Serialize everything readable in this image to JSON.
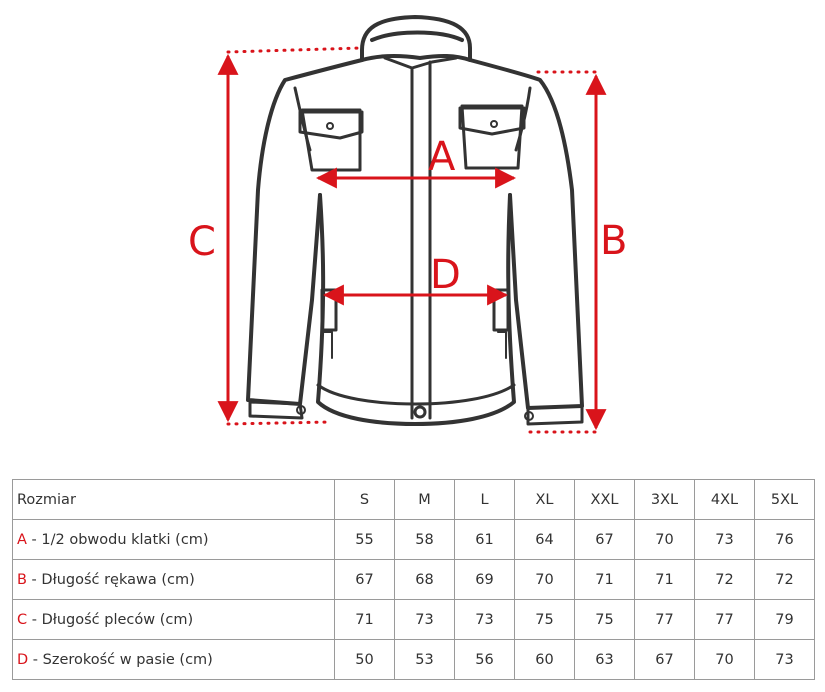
{
  "diagram": {
    "letters": {
      "a": "A",
      "b": "B",
      "c": "C",
      "d": "D"
    }
  },
  "table": {
    "header": {
      "label": "Rozmiar",
      "sizes": [
        "S",
        "M",
        "L",
        "XL",
        "XXL",
        "3XL",
        "4XL",
        "5XL"
      ]
    },
    "rows": [
      {
        "mark": "A",
        "label": " - 1/2 obwodu klatki (cm)",
        "values": [
          "55",
          "58",
          "61",
          "64",
          "67",
          "70",
          "73",
          "76"
        ]
      },
      {
        "mark": "B",
        "label": " - Długość rękawa (cm)",
        "values": [
          "67",
          "68",
          "69",
          "70",
          "71",
          "71",
          "72",
          "72"
        ]
      },
      {
        "mark": "C",
        "label": " - Długość pleców (cm)",
        "values": [
          "71",
          "73",
          "73",
          "75",
          "75",
          "77",
          "77",
          "79"
        ]
      },
      {
        "mark": "D",
        "label": " - Szerokość w pasie (cm)",
        "values": [
          "50",
          "53",
          "56",
          "60",
          "63",
          "67",
          "70",
          "73"
        ]
      }
    ]
  },
  "colors": {
    "accent": "#d9141b",
    "outline": "#333333",
    "border": "#9a9a9a"
  }
}
